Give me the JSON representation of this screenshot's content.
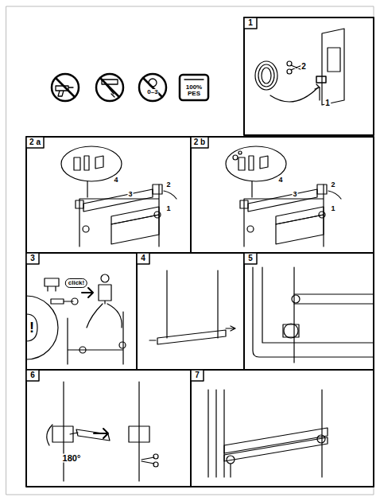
{
  "diagram": {
    "labels": [
      "0–3",
      "100% PES",
      "1",
      "2",
      "1",
      "2 a",
      "4",
      "3",
      "2",
      "1",
      "2 b",
      "4",
      "3",
      "2",
      "1",
      "3",
      "click!",
      "!",
      "4",
      "5",
      "6",
      "180°",
      "7"
    ]
  }
}
